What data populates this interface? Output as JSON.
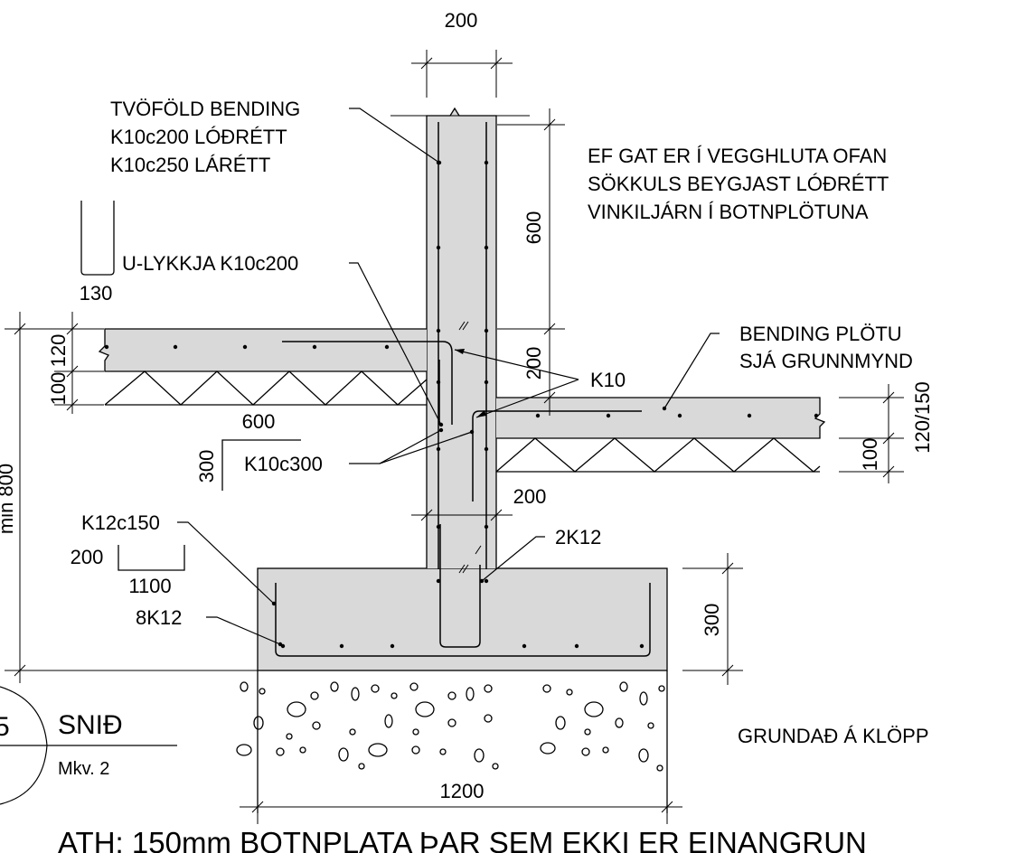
{
  "colors": {
    "concrete": "#d9d9d9",
    "line": "#000000",
    "background": "#ffffff"
  },
  "dimensions": {
    "wall_top_width": "200",
    "wall_upper": "600",
    "wall_mid": "200",
    "left_slab_thk": "120",
    "left_insul_thk": "100",
    "left_min": "min 800",
    "right_slab_thk": "120/150",
    "right_insul_thk": "100",
    "footing_height": "300",
    "footing_width": "1200",
    "wall_lower_width": "200"
  },
  "bar_shapes": {
    "u_loop_leg": "130",
    "l_bar_leg": "300",
    "l_bar_length": "600",
    "footing_bar_leg": "200",
    "footing_bar_length": "1100"
  },
  "annotations": {
    "double_reinf": [
      "TVÖFÖLD BENDING",
      "K10c200 LÓÐRÉTT",
      "K10c250 LÁRÉTT"
    ],
    "opening_note": [
      "EF GAT ER Í VEGGHLUTA OFAN",
      "SÖKKULS BEYGJAST LÓÐRÉTT",
      "VINKILJÁRN Í BOTNPLÖTUNA"
    ],
    "u_loop": "U-LYKKJA K10c200",
    "slab_reinf": [
      "BENDING PLÖTU",
      "SJÁ GRUNNMYND"
    ],
    "k10": "K10",
    "k10c300": "K10c300",
    "k12c150": "K12c150",
    "bottom_bars": "8K12",
    "wall_bars": "2K12",
    "ground": "GRUNDAÐ Á KLÖPP"
  },
  "title_block": {
    "section_number": "5",
    "title": "SNIÐ",
    "scale": "Mkv. 2"
  },
  "footer_note": "ATH: 150mm BOTNPLATA ÞAR SEM EKKI ER EINANGRUN"
}
